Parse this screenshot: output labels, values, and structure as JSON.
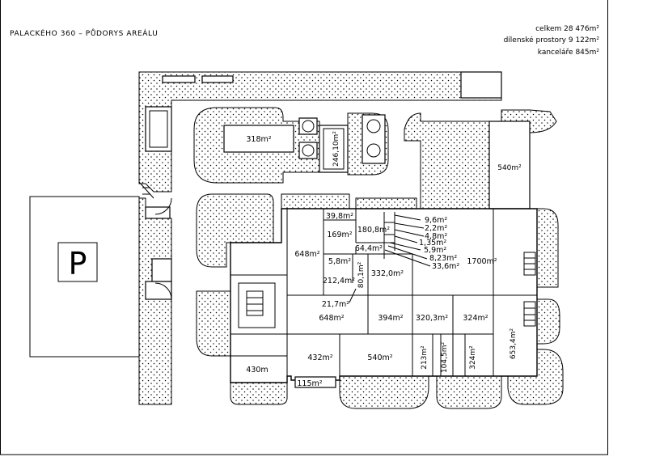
{
  "header": {
    "title": "PALACKÉHO 360 – PŮDORYS AREÁLU"
  },
  "stats": {
    "total": "celkem 28 476m²",
    "workshops": "dílenské prostory 9 122m²",
    "offices": "kanceláře 845m²"
  },
  "parking": {
    "symbol": "P"
  },
  "areas": {
    "a318": "318m²",
    "a246": "246,10m²",
    "a540top": "540m²",
    "a39_8": "39,8m²",
    "a169": "169m²",
    "a180_8": "180,8m²",
    "a648top": "648m²",
    "a5_8": "5,8m²",
    "a64_4": "64,4m²",
    "a212_4": "212,4m²",
    "a80_1": "80,1m²",
    "a332": "332,0m²",
    "a1700": "1700m²",
    "a9_6": "9,6m²",
    "a2_2": "2,2m²",
    "a4_8": "4,8m²",
    "a1_35": "1,35m²",
    "a5_9": "5,9m²",
    "a8_23": "8,23m²",
    "a33_6": "33,6m²",
    "a21_7": "21,7m²",
    "a648mid": "648m²",
    "a394": "394m²",
    "a320_3": "320,3m²",
    "a324a": "324m²",
    "a653_4": "653,4m²",
    "a432": "432m²",
    "a540mid": "540m²",
    "a213": "213m²",
    "a104_5": "104,5m²",
    "a324b": "324m²",
    "a430": "430m",
    "a115": "115m²"
  }
}
